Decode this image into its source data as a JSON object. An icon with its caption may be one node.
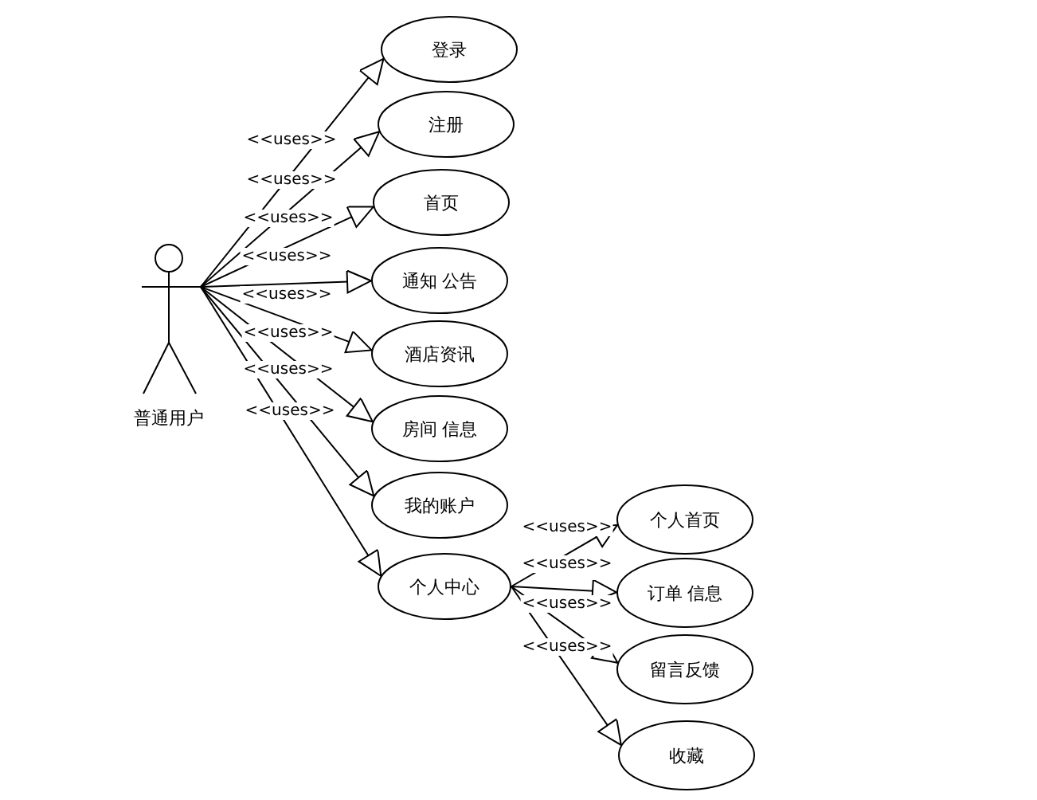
{
  "diagram": {
    "nodes": [
      {
        "text": [
          "普通用户"
        ]
      },
      {
        "text": [
          "登录"
        ]
      },
      {
        "text": [
          "注册"
        ]
      },
      {
        "text": [
          "首页"
        ]
      },
      {
        "text": [
          "通知 公告"
        ]
      },
      {
        "text": [
          "酒店资讯"
        ]
      },
      {
        "text": [
          "房间 信息"
        ]
      },
      {
        "text": [
          "我的账户"
        ]
      },
      {
        "text": [
          "个人中心"
        ]
      },
      {
        "text": [
          "个人首页"
        ]
      },
      {
        "text": [
          "订单 信息"
        ]
      },
      {
        "text": [
          "留言反馈"
        ]
      },
      {
        "text": [
          "收藏"
        ]
      }
    ],
    "edges": [
      {
        "from": 0,
        "to": 1,
        "arrow": "to",
        "label": "<<uses>>"
      },
      {
        "from": 0,
        "to": 2,
        "arrow": "to",
        "label": "<<uses>>"
      },
      {
        "from": 0,
        "to": 3,
        "arrow": "to",
        "label": "<<uses>>"
      },
      {
        "from": 0,
        "to": 4,
        "arrow": "to",
        "label": "<<uses>>"
      },
      {
        "from": 0,
        "to": 5,
        "arrow": "to",
        "label": "<<uses>>"
      },
      {
        "from": 0,
        "to": 6,
        "arrow": "to",
        "label": "<<uses>>"
      },
      {
        "from": 0,
        "to": 7,
        "arrow": "to",
        "label": "<<uses>>"
      },
      {
        "from": 0,
        "to": 8,
        "arrow": "to",
        "label": "<<uses>>"
      },
      {
        "from": 8,
        "to": 9,
        "arrow": "to",
        "label": "<<uses>>"
      },
      {
        "from": 8,
        "to": 10,
        "arrow": "to",
        "label": "<<uses>>"
      },
      {
        "from": 8,
        "to": 11,
        "arrow": "to",
        "label": "<<uses>>"
      },
      {
        "from": 8,
        "to": 12,
        "arrow": "to",
        "label": "<<uses>>"
      }
    ]
  }
}
